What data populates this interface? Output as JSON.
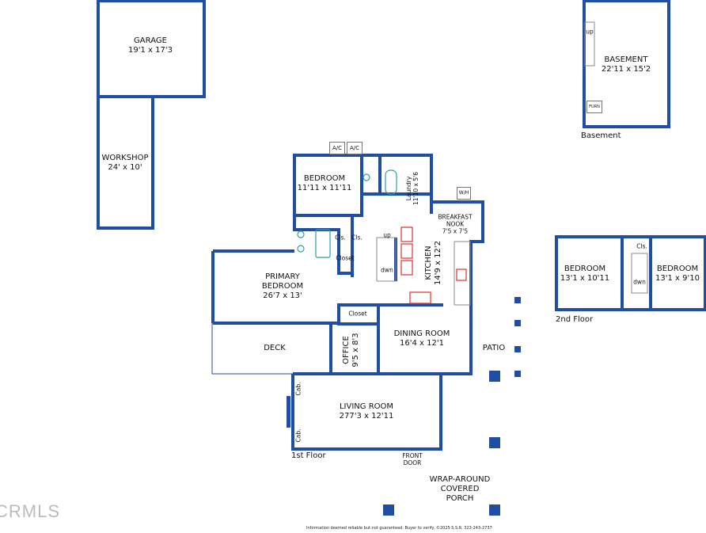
{
  "colors": {
    "wall": "#1f4ea3",
    "fixture": "#2aa1a1",
    "appliance": "#e03030"
  },
  "rooms": {
    "garage": {
      "name": "GARAGE",
      "dims": "19'1 x 17'3"
    },
    "workshop": {
      "name": "WORKSHOP",
      "dims": "24' x 10'"
    },
    "bedroom1": {
      "name": "BEDROOM",
      "dims": "11'11 x 11'11"
    },
    "laundry": {
      "name": "Laundry",
      "dims": "11'10 x 5'6"
    },
    "nook": {
      "name": "BREAKFAST NOOK",
      "dims": "7'5 x 7'5"
    },
    "kitchen": {
      "name": "KITCHEN",
      "dims": "14'9 x 12'2"
    },
    "primary": {
      "name": "PRIMARY BEDROOM",
      "dims": "26'7 x 13'"
    },
    "deck": {
      "name": "DECK"
    },
    "office": {
      "name": "OFFICE",
      "dims": "9'5 x 8'3"
    },
    "dining": {
      "name": "DINING ROOM",
      "dims": "16'4 x 12'1"
    },
    "patio": {
      "name": "PATIO"
    },
    "living": {
      "name": "LIVING ROOM",
      "dims": "277'3 x 12'11"
    },
    "front_door": "FRONT DOOR",
    "porch": "WRAP-AROUND COVERED PORCH",
    "basement": {
      "name": "BASEMENT",
      "dims": "22'11 x 15'2"
    },
    "bedroom2": {
      "name": "BEDROOM",
      "dims": "13'1 x 10'11"
    },
    "bedroom3": {
      "name": "BEDROOM",
      "dims": "13'1 x 9'10"
    }
  },
  "small_labels": {
    "cls": "Cls.",
    "closet": "Closet",
    "cab": "Cab.",
    "up": "up",
    "dwn": "dwn",
    "ac": "A/C",
    "wh": "W/H",
    "furn": "FURN"
  },
  "floors": {
    "first": "1st Floor",
    "second": "2nd Floor",
    "basement": "Basement"
  },
  "watermark": "CRMLS",
  "disclaimer": "Information deemed reliable but not guaranteed. Buyer to verify. ©2025 S.S.R. 323-243-2737"
}
